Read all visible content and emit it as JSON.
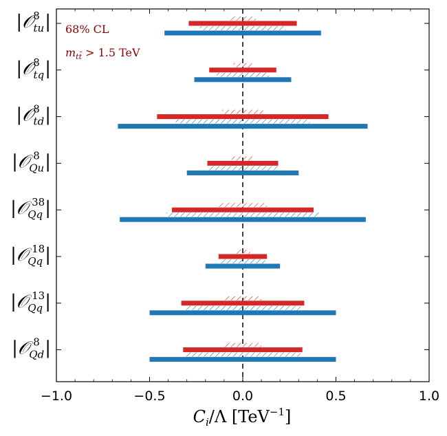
{
  "chart_data": {
    "type": "bar",
    "subtype": "horizontal-interval",
    "xlabel": "C_i / Λ [TeV⁻¹]",
    "xlabel_parts": {
      "pre": "C",
      "sub": "i",
      "mid": "/Λ [TeV",
      "sup": "−1",
      "post": "]"
    },
    "xlim": [
      -1.0,
      1.0
    ],
    "xticks": [
      {
        "value": -1.0,
        "label": "−1.0"
      },
      {
        "value": -0.5,
        "label": "−0.5"
      },
      {
        "value": 0.0,
        "label": "0.0"
      },
      {
        "value": 0.5,
        "label": "0.5"
      },
      {
        "value": 1.0,
        "label": "1.0"
      }
    ],
    "reference_line_x": 0.0,
    "annotations": {
      "cl": "68% CL",
      "cut": {
        "pre": "m",
        "sub": "tt̄",
        "post": " > 1.5 TeV"
      }
    },
    "colors": {
      "red": "#d62728",
      "blue": "#1f77b4",
      "annotation": "#8b0000"
    },
    "series": [
      {
        "key": "red_solid",
        "color": "#d62728",
        "style": "solid"
      },
      {
        "key": "red_hatched",
        "color": "#d62728",
        "style": "hatched"
      },
      {
        "key": "blue_hatched",
        "color": "#1f77b4",
        "style": "hatched"
      },
      {
        "key": "blue_solid",
        "color": "#1f77b4",
        "style": "solid"
      }
    ],
    "operators": [
      {
        "id": "tu8",
        "label": {
          "sub": "tu",
          "sup": "8"
        },
        "red_solid": [
          -0.29,
          0.29
        ],
        "red_hatched": [
          -0.07,
          0.07
        ],
        "blue_hatched": [
          -0.23,
          0.23
        ],
        "blue_solid": [
          -0.42,
          0.42
        ]
      },
      {
        "id": "tq8",
        "label": {
          "sub": "tq",
          "sup": "8"
        },
        "red_solid": [
          -0.18,
          0.18
        ],
        "red_hatched": [
          -0.05,
          0.05
        ],
        "blue_hatched": [
          -0.14,
          0.14
        ],
        "blue_solid": [
          -0.26,
          0.26
        ]
      },
      {
        "id": "td8",
        "label": {
          "sub": "td",
          "sup": "8"
        },
        "red_solid": [
          -0.46,
          0.46
        ],
        "red_hatched": [
          -0.11,
          0.11
        ],
        "blue_hatched": [
          -0.36,
          0.36
        ],
        "blue_solid": [
          -0.67,
          0.67
        ]
      },
      {
        "id": "Qu8",
        "label": {
          "sub": "Qu",
          "sup": "8"
        },
        "red_solid": [
          -0.19,
          0.19
        ],
        "red_hatched": [
          -0.06,
          0.06
        ],
        "blue_hatched": [
          -0.19,
          0.19
        ],
        "blue_solid": [
          -0.3,
          0.3
        ]
      },
      {
        "id": "Qq38",
        "label": {
          "sub": "Qq",
          "sup": "38"
        },
        "red_solid": [
          -0.38,
          0.38
        ],
        "red_hatched": [
          -0.13,
          0.13
        ],
        "blue_hatched": [
          -0.41,
          0.41
        ],
        "blue_solid": [
          -0.66,
          0.66
        ]
      },
      {
        "id": "Qq18",
        "label": {
          "sub": "Qq",
          "sup": "18"
        },
        "red_solid": [
          -0.13,
          0.13
        ],
        "red_hatched": [
          -0.04,
          0.04
        ],
        "blue_hatched": [
          -0.12,
          0.12
        ],
        "blue_solid": [
          -0.2,
          0.2
        ]
      },
      {
        "id": "Qq13",
        "label": {
          "sub": "Qq",
          "sup": "13"
        },
        "red_solid": [
          -0.33,
          0.33
        ],
        "red_hatched": [
          -0.1,
          0.1
        ],
        "blue_hatched": [
          -0.31,
          0.31
        ],
        "blue_solid": [
          -0.5,
          0.5
        ]
      },
      {
        "id": "Qd8",
        "label": {
          "sub": "Qd",
          "sup": "8"
        },
        "red_solid": [
          -0.32,
          0.32
        ],
        "red_hatched": [
          -0.1,
          0.1
        ],
        "blue_hatched": [
          -0.31,
          0.31
        ],
        "blue_solid": [
          -0.5,
          0.5
        ]
      }
    ]
  }
}
